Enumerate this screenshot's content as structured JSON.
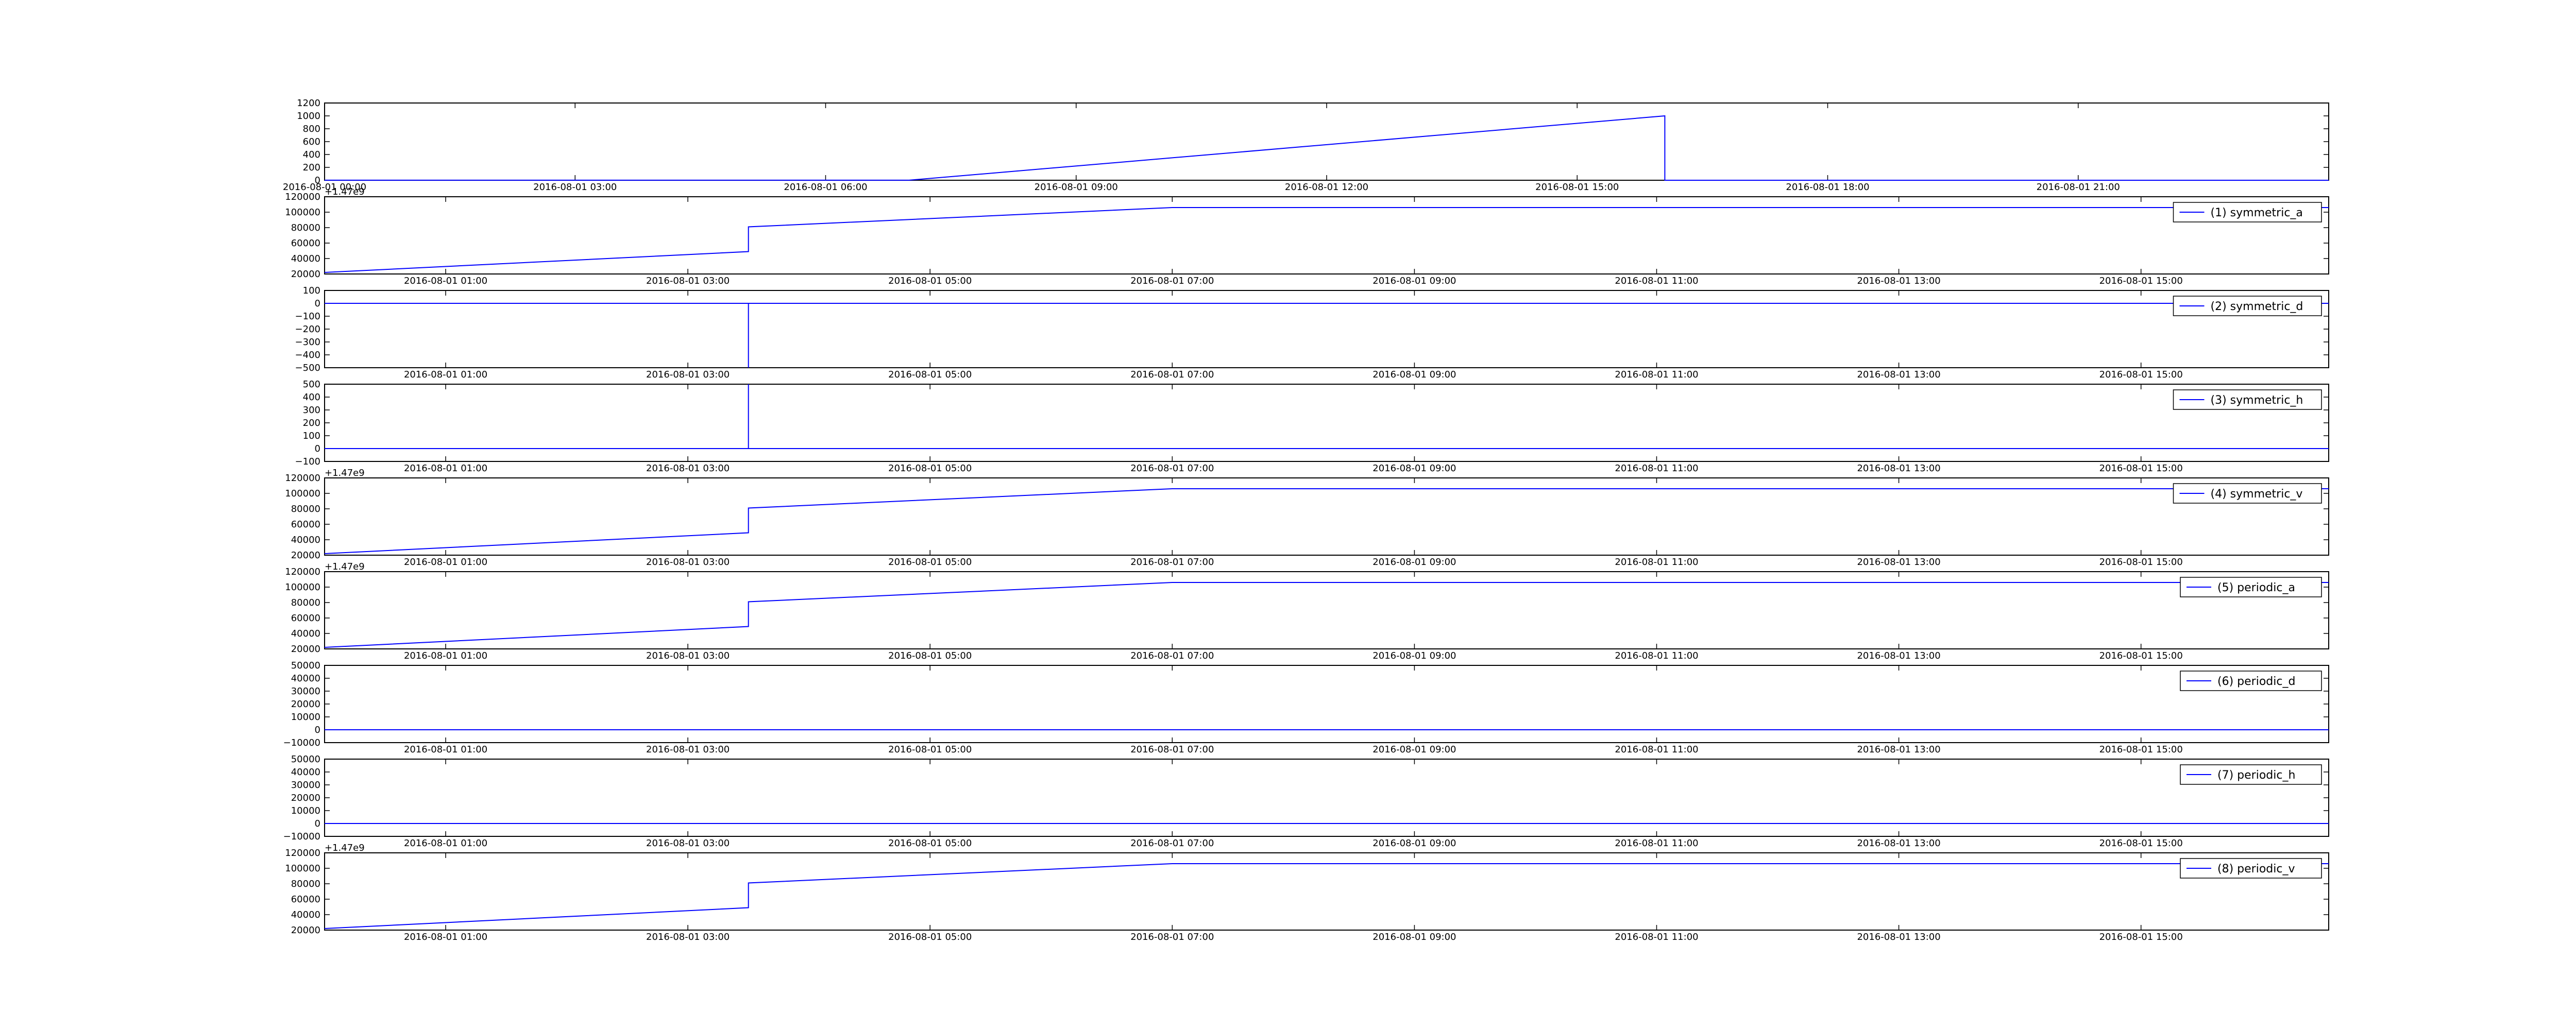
{
  "colors": {
    "line": "#0000ff",
    "axes": "#000000",
    "background": "#ffffff"
  },
  "chart_data": [
    {
      "type": "line",
      "title": "",
      "legend": null,
      "offset_label": "",
      "ylim": [
        0,
        1200
      ],
      "yticks": [
        0,
        200,
        400,
        600,
        800,
        1000,
        1200
      ],
      "ytick_labels": [
        "0",
        "200",
        "400",
        "600",
        "800",
        "1000",
        "1200"
      ],
      "xlim": [
        0,
        24
      ],
      "xticks": [
        0,
        3,
        6,
        9,
        12,
        15,
        18,
        21
      ],
      "xtick_labels": [
        "2016-08-01 00:00",
        "2016-08-01 03:00",
        "2016-08-01 06:00",
        "2016-08-01 09:00",
        "2016-08-01 12:00",
        "2016-08-01 15:00",
        "2016-08-01 18:00",
        "2016-08-01 21:00"
      ],
      "series": [
        {
          "x": [
            0,
            7,
            16.05,
            16.05,
            24
          ],
          "y": [
            1,
            1,
            1000,
            0,
            0
          ]
        }
      ]
    },
    {
      "type": "line",
      "offset_label": "+1.47e9",
      "legend": "(1) symmetric_a",
      "ylim": [
        20000,
        120000
      ],
      "yticks": [
        20000,
        40000,
        60000,
        80000,
        100000,
        120000
      ],
      "ytick_labels": [
        "20000",
        "40000",
        "60000",
        "80000",
        "100000",
        "120000"
      ],
      "xlim": [
        0,
        16.55
      ],
      "xticks": [
        1,
        3,
        5,
        7,
        9,
        11,
        13,
        15
      ],
      "xtick_labels": [
        "2016-08-01 01:00",
        "2016-08-01 03:00",
        "2016-08-01 05:00",
        "2016-08-01 07:00",
        "2016-08-01 09:00",
        "2016-08-01 11:00",
        "2016-08-01 13:00",
        "2016-08-01 15:00"
      ],
      "series": [
        {
          "name": "(1) symmetric_a",
          "x": [
            0,
            3.5,
            3.5,
            7,
            16.55
          ],
          "y": [
            22000,
            49000,
            81000,
            106000,
            106000
          ]
        }
      ]
    },
    {
      "type": "line",
      "offset_label": "",
      "legend": "(2) symmetric_d",
      "ylim": [
        -500,
        100
      ],
      "yticks": [
        -500,
        -400,
        -300,
        -200,
        -100,
        0,
        100
      ],
      "ytick_labels": [
        "−500",
        "−400",
        "−300",
        "−200",
        "−100",
        "0",
        "100"
      ],
      "xlim": [
        0,
        16.55
      ],
      "xticks": [
        1,
        3,
        5,
        7,
        9,
        11,
        13,
        15
      ],
      "xtick_labels": [
        "2016-08-01 01:00",
        "2016-08-01 03:00",
        "2016-08-01 05:00",
        "2016-08-01 07:00",
        "2016-08-01 09:00",
        "2016-08-01 11:00",
        "2016-08-01 13:00",
        "2016-08-01 15:00"
      ],
      "series": [
        {
          "name": "(2) symmetric_d",
          "x": [
            0,
            3.5,
            3.5,
            3.5,
            16.55
          ],
          "y": [
            0,
            0,
            -500,
            0,
            0
          ]
        }
      ]
    },
    {
      "type": "line",
      "offset_label": "",
      "legend": "(3) symmetric_h",
      "ylim": [
        -100,
        500
      ],
      "yticks": [
        -100,
        0,
        100,
        200,
        300,
        400,
        500
      ],
      "ytick_labels": [
        "−100",
        "0",
        "100",
        "200",
        "300",
        "400",
        "500"
      ],
      "xlim": [
        0,
        16.55
      ],
      "xticks": [
        1,
        3,
        5,
        7,
        9,
        11,
        13,
        15
      ],
      "xtick_labels": [
        "2016-08-01 01:00",
        "2016-08-01 03:00",
        "2016-08-01 05:00",
        "2016-08-01 07:00",
        "2016-08-01 09:00",
        "2016-08-01 11:00",
        "2016-08-01 13:00",
        "2016-08-01 15:00"
      ],
      "series": [
        {
          "name": "(3) symmetric_h",
          "x": [
            0,
            3.5,
            3.5,
            3.5,
            16.55
          ],
          "y": [
            0,
            0,
            500,
            0,
            0
          ]
        }
      ]
    },
    {
      "type": "line",
      "offset_label": "+1.47e9",
      "legend": "(4) symmetric_v",
      "ylim": [
        20000,
        120000
      ],
      "yticks": [
        20000,
        40000,
        60000,
        80000,
        100000,
        120000
      ],
      "ytick_labels": [
        "20000",
        "40000",
        "60000",
        "80000",
        "100000",
        "120000"
      ],
      "xlim": [
        0,
        16.55
      ],
      "xticks": [
        1,
        3,
        5,
        7,
        9,
        11,
        13,
        15
      ],
      "xtick_labels": [
        "2016-08-01 01:00",
        "2016-08-01 03:00",
        "2016-08-01 05:00",
        "2016-08-01 07:00",
        "2016-08-01 09:00",
        "2016-08-01 11:00",
        "2016-08-01 13:00",
        "2016-08-01 15:00"
      ],
      "series": [
        {
          "name": "(4) symmetric_v",
          "x": [
            0,
            3.5,
            3.5,
            7,
            16.55
          ],
          "y": [
            22000,
            49000,
            81000,
            106000,
            106000
          ]
        }
      ]
    },
    {
      "type": "line",
      "offset_label": "+1.47e9",
      "legend": "(5) periodic_a",
      "ylim": [
        20000,
        120000
      ],
      "yticks": [
        20000,
        40000,
        60000,
        80000,
        100000,
        120000
      ],
      "ytick_labels": [
        "20000",
        "40000",
        "60000",
        "80000",
        "100000",
        "120000"
      ],
      "xlim": [
        0,
        16.55
      ],
      "xticks": [
        1,
        3,
        5,
        7,
        9,
        11,
        13,
        15
      ],
      "xtick_labels": [
        "2016-08-01 01:00",
        "2016-08-01 03:00",
        "2016-08-01 05:00",
        "2016-08-01 07:00",
        "2016-08-01 09:00",
        "2016-08-01 11:00",
        "2016-08-01 13:00",
        "2016-08-01 15:00"
      ],
      "series": [
        {
          "name": "(5) periodic_a",
          "x": [
            0,
            3.5,
            3.5,
            7,
            16.55
          ],
          "y": [
            22000,
            49000,
            81000,
            106000,
            106000
          ]
        }
      ]
    },
    {
      "type": "line",
      "offset_label": "",
      "legend": "(6) periodic_d",
      "ylim": [
        -10000,
        50000
      ],
      "yticks": [
        -10000,
        0,
        10000,
        20000,
        30000,
        40000,
        50000
      ],
      "ytick_labels": [
        "−10000",
        "0",
        "10000",
        "20000",
        "30000",
        "40000",
        "50000"
      ],
      "xlim": [
        0,
        16.55
      ],
      "xticks": [
        1,
        3,
        5,
        7,
        9,
        11,
        13,
        15
      ],
      "xtick_labels": [
        "2016-08-01 01:00",
        "2016-08-01 03:00",
        "2016-08-01 05:00",
        "2016-08-01 07:00",
        "2016-08-01 09:00",
        "2016-08-01 11:00",
        "2016-08-01 13:00",
        "2016-08-01 15:00"
      ],
      "series": [
        {
          "name": "(6) periodic_d",
          "x": [
            0,
            16.55
          ],
          "y": [
            0,
            0
          ]
        }
      ]
    },
    {
      "type": "line",
      "offset_label": "",
      "legend": "(7) periodic_h",
      "ylim": [
        -10000,
        50000
      ],
      "yticks": [
        -10000,
        0,
        10000,
        20000,
        30000,
        40000,
        50000
      ],
      "ytick_labels": [
        "−10000",
        "0",
        "10000",
        "20000",
        "30000",
        "40000",
        "50000"
      ],
      "xlim": [
        0,
        16.55
      ],
      "xticks": [
        1,
        3,
        5,
        7,
        9,
        11,
        13,
        15
      ],
      "xtick_labels": [
        "2016-08-01 01:00",
        "2016-08-01 03:00",
        "2016-08-01 05:00",
        "2016-08-01 07:00",
        "2016-08-01 09:00",
        "2016-08-01 11:00",
        "2016-08-01 13:00",
        "2016-08-01 15:00"
      ],
      "series": [
        {
          "name": "(7) periodic_h",
          "x": [
            0,
            16.55
          ],
          "y": [
            0,
            0
          ]
        }
      ]
    },
    {
      "type": "line",
      "offset_label": "+1.47e9",
      "legend": "(8) periodic_v",
      "ylim": [
        20000,
        120000
      ],
      "yticks": [
        20000,
        40000,
        60000,
        80000,
        100000,
        120000
      ],
      "ytick_labels": [
        "20000",
        "40000",
        "60000",
        "80000",
        "100000",
        "120000"
      ],
      "xlim": [
        0,
        16.55
      ],
      "xticks": [
        1,
        3,
        5,
        7,
        9,
        11,
        13,
        15
      ],
      "xtick_labels": [
        "2016-08-01 01:00",
        "2016-08-01 03:00",
        "2016-08-01 05:00",
        "2016-08-01 07:00",
        "2016-08-01 09:00",
        "2016-08-01 11:00",
        "2016-08-01 13:00",
        "2016-08-01 15:00"
      ],
      "series": [
        {
          "name": "(8) periodic_v",
          "x": [
            0,
            3.5,
            3.5,
            7,
            16.55
          ],
          "y": [
            22000,
            49000,
            81000,
            106000,
            106000
          ]
        }
      ]
    }
  ]
}
